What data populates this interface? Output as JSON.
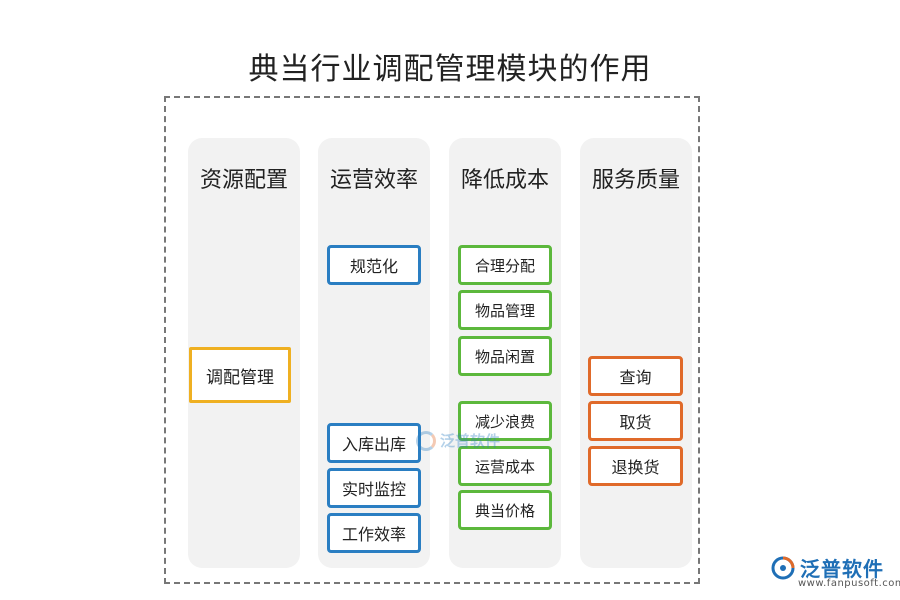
{
  "title": "典当行业调配管理模块的作用",
  "center": {
    "label": "调配管理",
    "color": "#efb021"
  },
  "columns": [
    {
      "heading": "资源配置",
      "items": []
    },
    {
      "heading": "运营效率",
      "color": "#2a7ec2",
      "items": [
        "规范化",
        "入库出库",
        "实时监控",
        "工作效率"
      ]
    },
    {
      "heading": "降低成本",
      "color": "#5cb83c",
      "items": [
        "合理分配",
        "物品管理",
        "物品闲置",
        "减少浪费",
        "运营成本",
        "典当价格"
      ]
    },
    {
      "heading": "服务质量",
      "color": "#e06a2a",
      "items": [
        "查询",
        "取货",
        "退换货"
      ]
    }
  ],
  "watermark": {
    "text": "泛普软件"
  },
  "logo": {
    "text": "泛普软件",
    "url": "www.fanpusoft.com",
    "icon": "fanpu-logo-icon"
  }
}
